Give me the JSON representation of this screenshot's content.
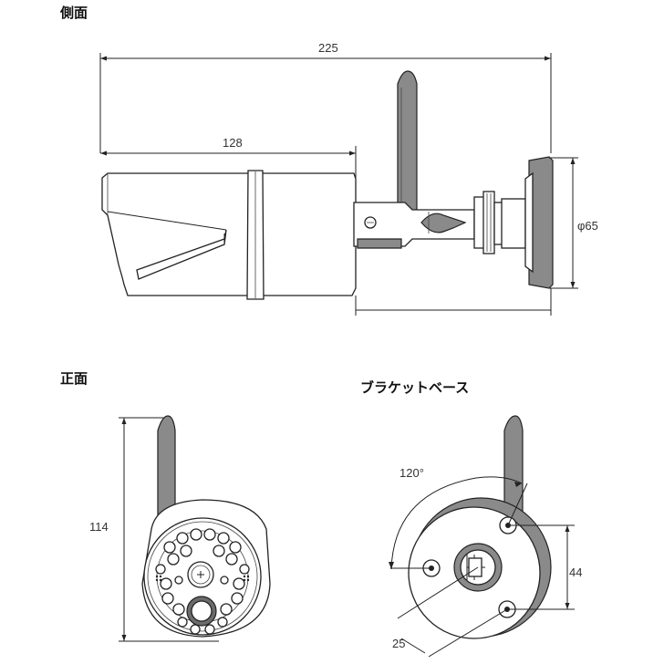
{
  "headings": {
    "side": "側面",
    "front": "正面",
    "bracket": "ブラケットベース"
  },
  "dimensions": {
    "total_length": "225",
    "body_length": "128",
    "base_diameter": "φ65",
    "front_height": "114",
    "angle": "120°",
    "hole_spacing": "44",
    "hole_offset": "25"
  },
  "colors": {
    "line": "#222222",
    "fill_gray": "#8a8a8a",
    "fill_dark": "#6b6b6b"
  }
}
